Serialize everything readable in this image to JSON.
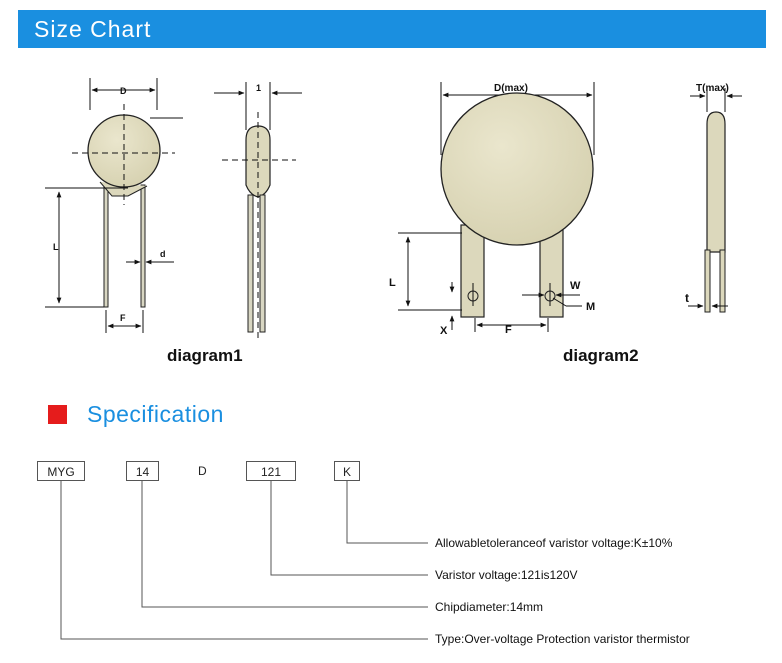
{
  "header": {
    "title": "Size Chart"
  },
  "diagrams": {
    "diagram1": {
      "caption": "diagram1",
      "dims": {
        "D": "D",
        "T": "1",
        "L": "L",
        "d": "d",
        "F": "F"
      }
    },
    "diagram2": {
      "caption": "diagram2",
      "dims": {
        "D": "D(max)",
        "T": "T(max)",
        "L": "L",
        "W": "W",
        "M": "M",
        "X": "X",
        "F": "F",
        "t": "t"
      }
    }
  },
  "specification": {
    "title": "Specification",
    "accent_color": "#e51c1c",
    "title_color": "#1a8fe0",
    "code": {
      "part1": "MYG",
      "part2": "14",
      "part3": "D",
      "part4": "121",
      "part5": "K"
    },
    "descriptions": {
      "tolerance": "Allowabletoleranceof varistor voltage:K±10%",
      "voltage": "Varistor voltage:121is120V",
      "chip": "Chipdiameter:14mm",
      "type": "Type:Over-voltage Protection varistor thermistor"
    }
  }
}
